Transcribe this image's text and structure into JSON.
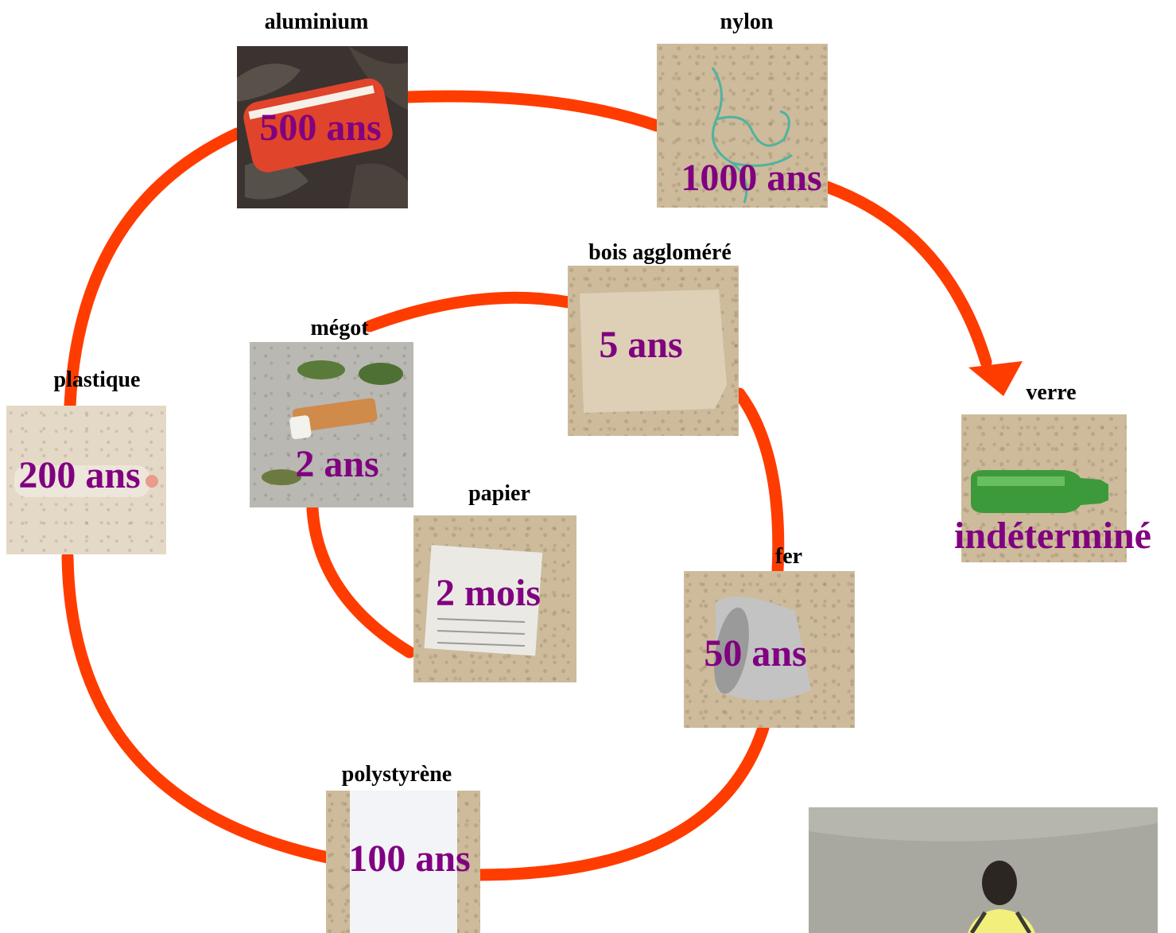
{
  "items": [
    {
      "label": "aluminium",
      "duration": "500 ans"
    },
    {
      "label": "nylon",
      "duration": "1000 ans"
    },
    {
      "label": "bois aggloméré",
      "duration": "5 ans"
    },
    {
      "label": "mégot",
      "duration": "2 ans"
    },
    {
      "label": "plastique",
      "duration": "200 ans"
    },
    {
      "label": "papier",
      "duration": "2 mois"
    },
    {
      "label": "fer",
      "duration": "50 ans"
    },
    {
      "label": "verre",
      "duration": "indéterminé"
    },
    {
      "label": "polystyrène",
      "duration": "100 ans"
    }
  ],
  "colors": {
    "spiral": "#ff3c00",
    "duration_text": "#800080",
    "label_text": "#000000"
  }
}
